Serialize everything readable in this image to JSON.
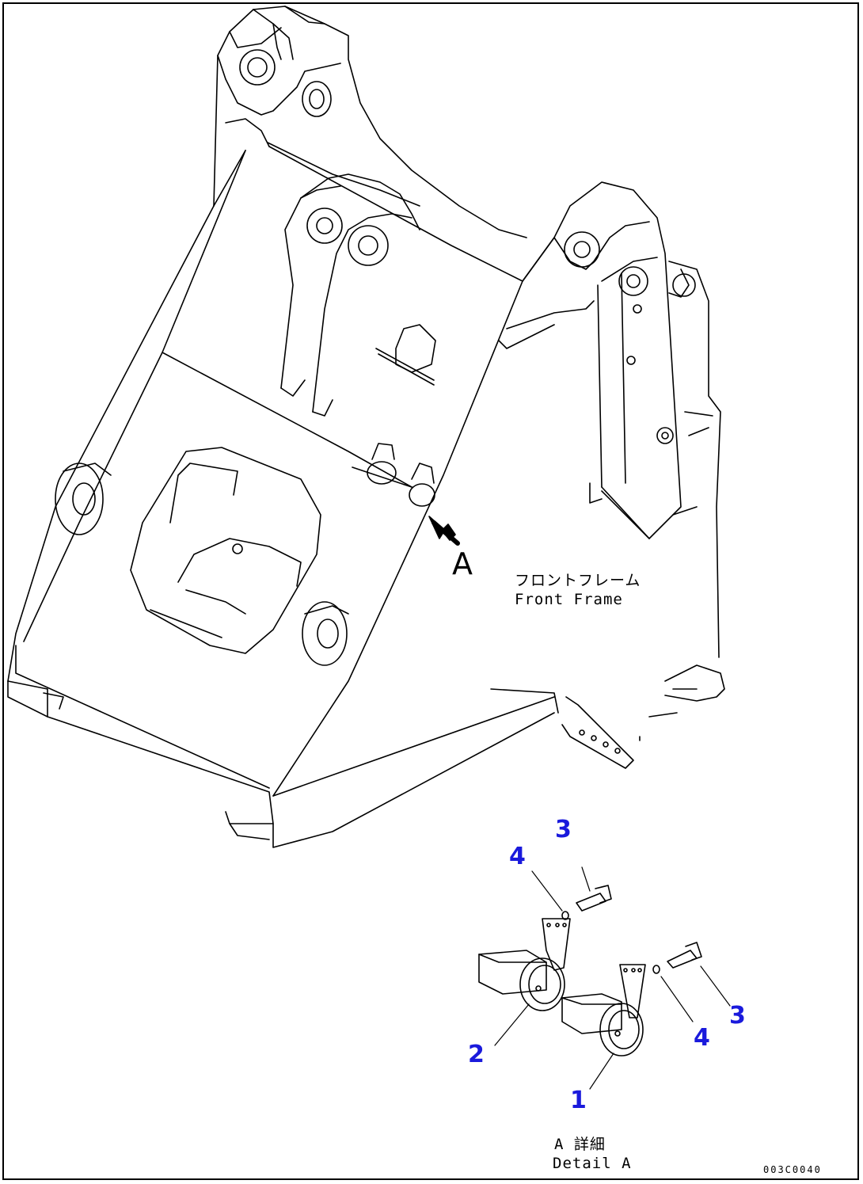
{
  "diagram": {
    "view_label": "A",
    "front_frame_jp": "フロントフレーム",
    "front_frame_en": "Front Frame",
    "detail_jp": "A 詳細",
    "detail_en": "Detail A",
    "drawing_code": "003C0040",
    "callouts": {
      "part1": "1",
      "part2": "2",
      "part3_upper": "3",
      "part3_right": "3",
      "part4_upper": "4",
      "part4_right": "4"
    },
    "colors": {
      "line": "#000000",
      "callout": "#1a1adc",
      "background": "#ffffff"
    }
  }
}
